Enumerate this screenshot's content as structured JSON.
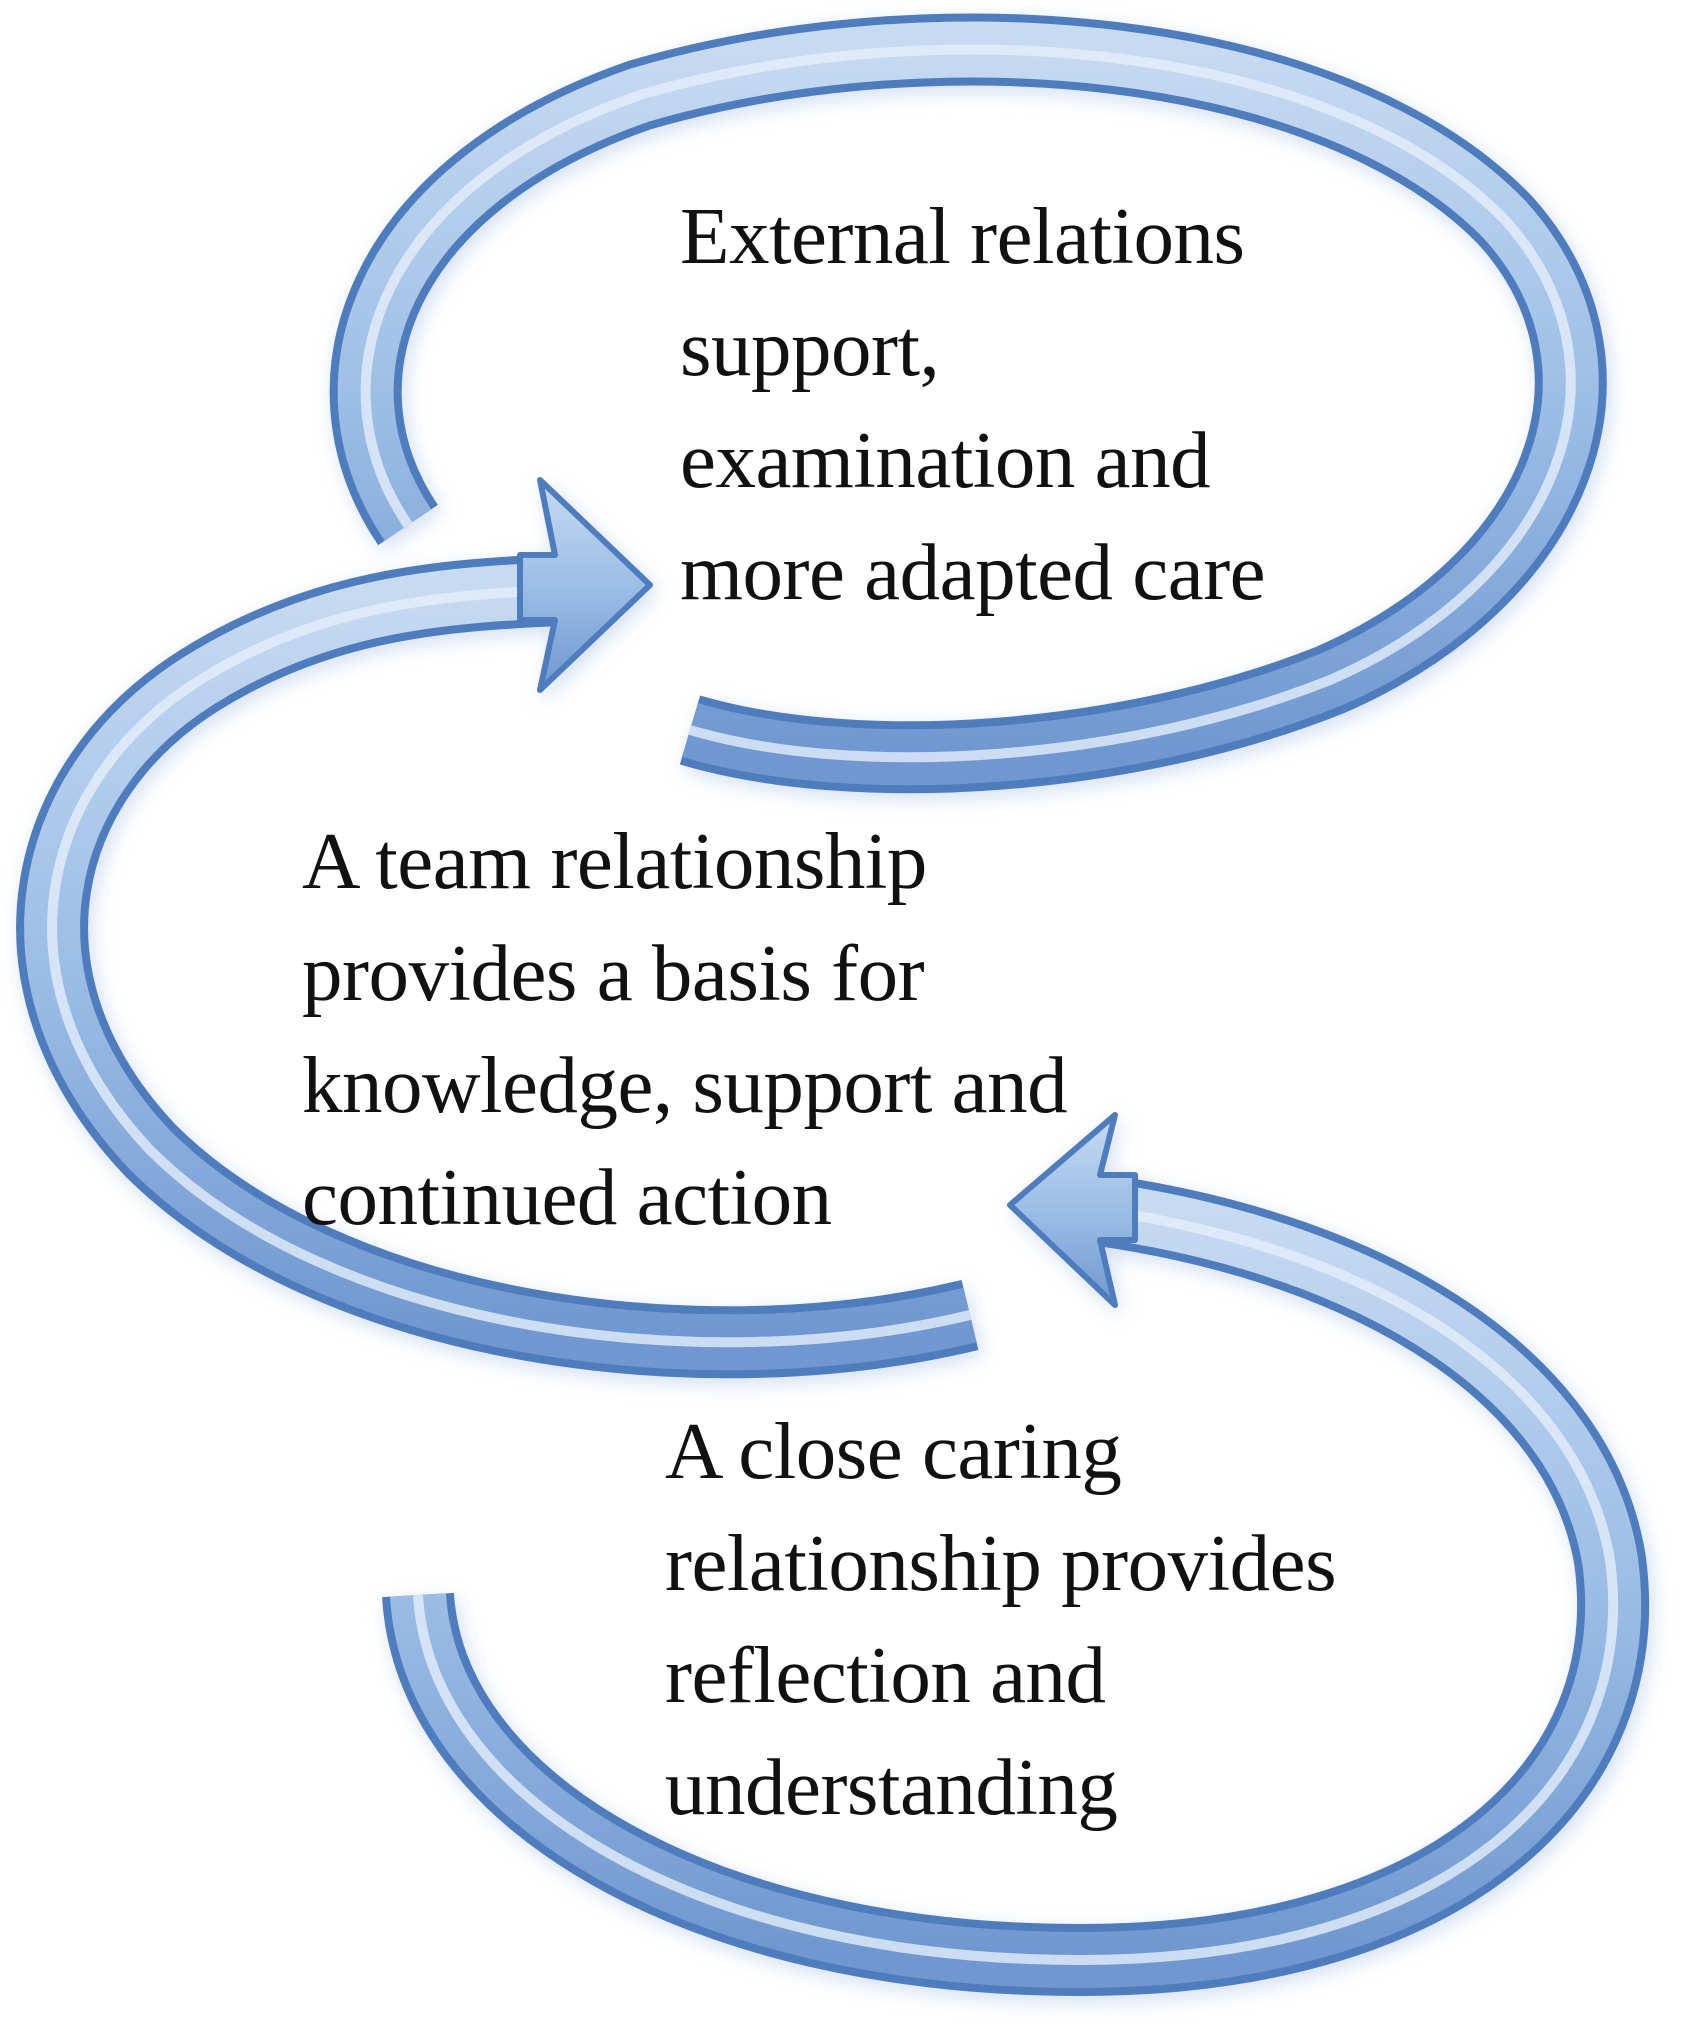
{
  "diagram": {
    "colors": {
      "arrow_fill_light": "#c6daf1",
      "arrow_fill_mid": "#9cbde6",
      "arrow_fill_dark": "#6f97cf",
      "arrow_edge": "#4f7bbd",
      "text": "#111111",
      "background": "#ffffff"
    },
    "loops": [
      {
        "id": "external",
        "lines": [
          "External relations",
          "support,",
          "examination and",
          "more adapted care"
        ]
      },
      {
        "id": "team",
        "lines": [
          "A team relationship",
          "provides a basis for",
          "knowledge, support and",
          "continued action"
        ]
      },
      {
        "id": "close",
        "lines": [
          "A close caring",
          "relationship provides",
          "reflection and",
          "understanding"
        ]
      }
    ]
  }
}
